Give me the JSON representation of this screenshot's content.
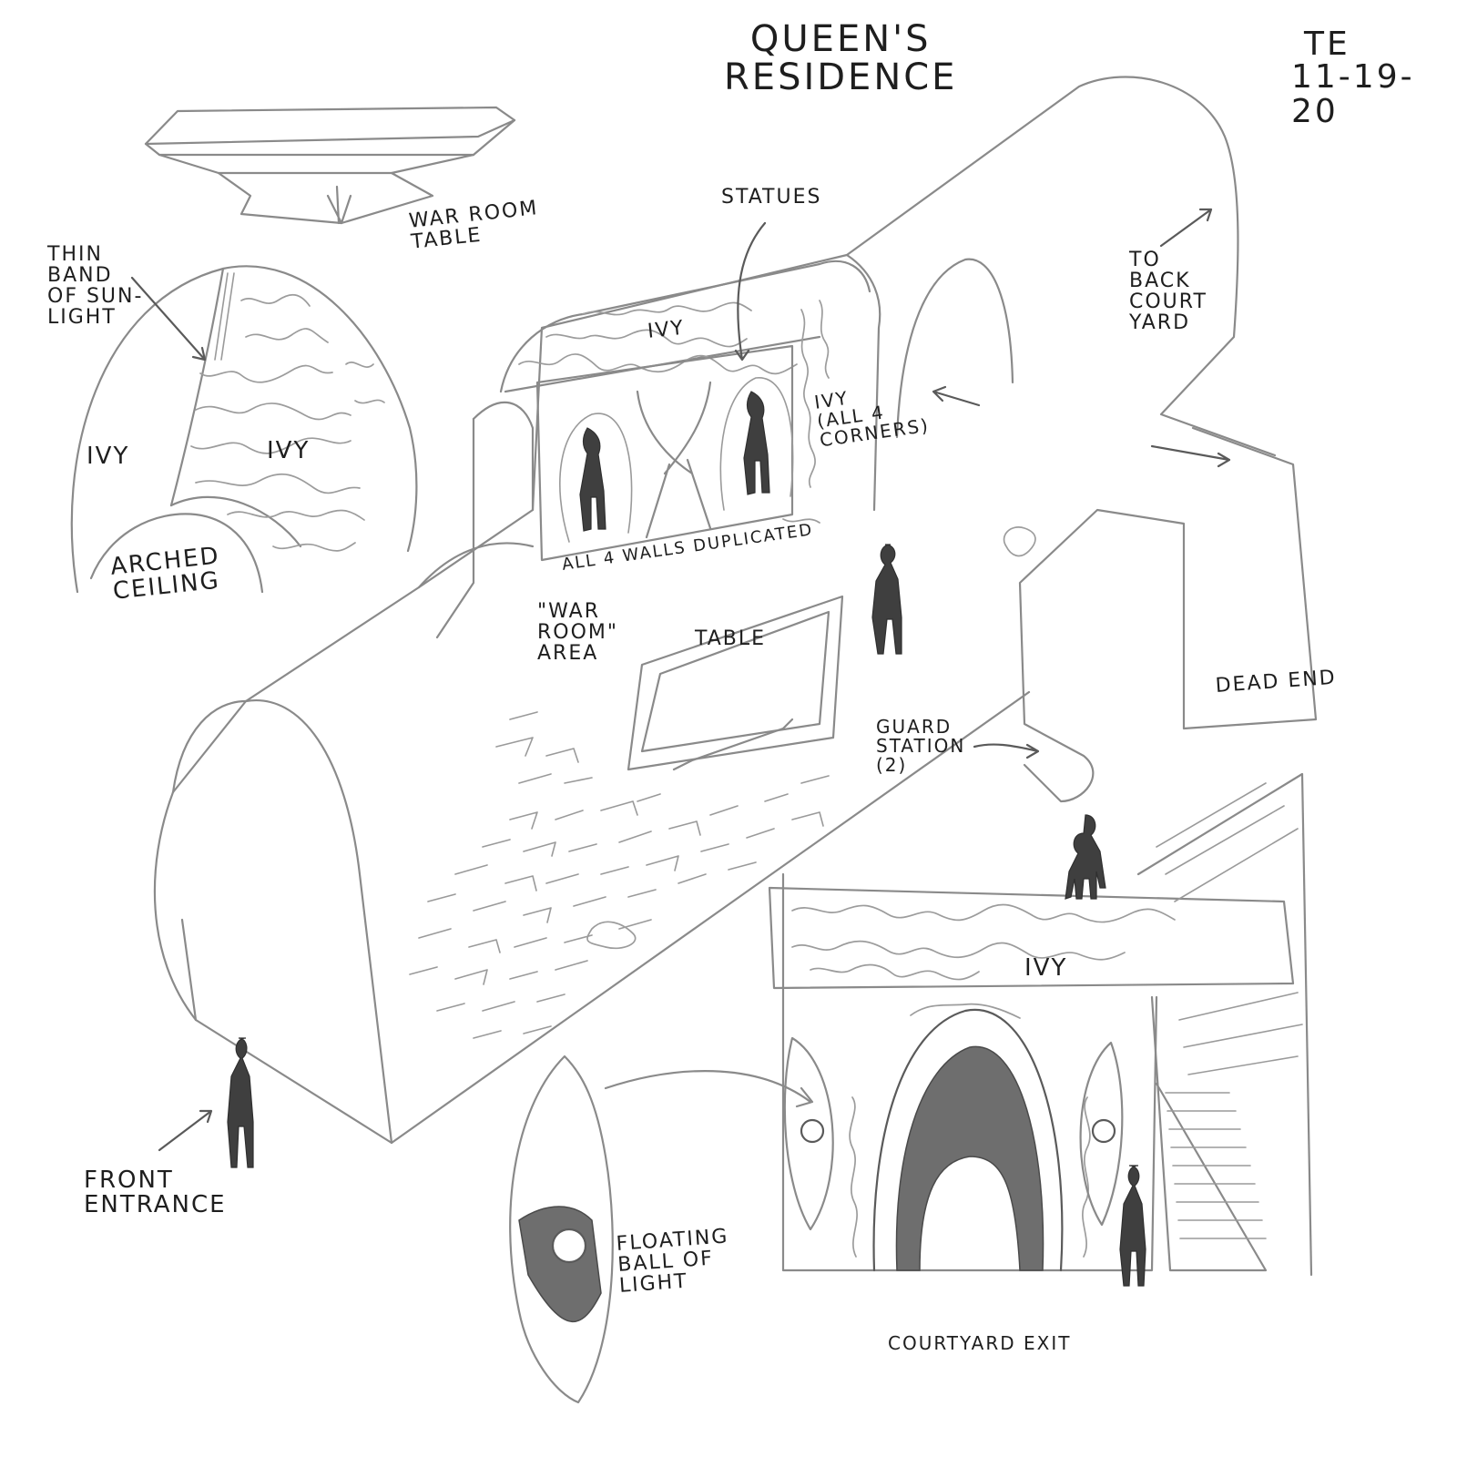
{
  "title": "QUEEN'S\nRESIDENCE",
  "signature": {
    "initials": "TE",
    "date": "11-19-20"
  },
  "labels": {
    "war_room_table": "WAR ROOM\nTABLE",
    "thin_band": "THIN\nBAND\nOF SUN-\nLIGHT",
    "ivy_left": "IVY",
    "ivy_right": "IVY",
    "arched_ceiling": "ARCHED\nCEILING",
    "statues": "STATUES",
    "ivy_top": "IVY",
    "ivy_corners": "IVY\n(ALL 4\nCORNERS)",
    "all_walls": "ALL 4 WALLS DUPLICATED",
    "war_room_area": "\"WAR\nROOM\"\nAREA",
    "table": "TABLE",
    "to_back_courtyard": "TO\nBACK\nCOURT\nYARD",
    "dead_end": "DEAD END",
    "guard_station": "GUARD\nSTATION\n(2)",
    "front_entrance": "FRONT\nENTRANCE",
    "ivy_gate": "IVY",
    "floating_ball": "FLOATING\nBALL OF\nLIGHT",
    "courtyard_exit": "COURTYARD EXIT"
  }
}
